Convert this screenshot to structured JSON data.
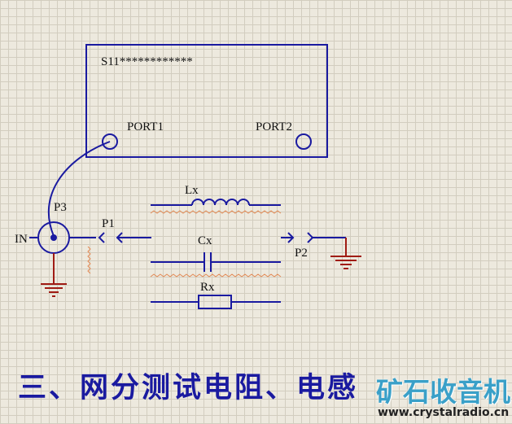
{
  "analyzer": {
    "title": "S11************",
    "port1": "PORT1",
    "port2": "PORT2"
  },
  "labels": {
    "in": "IN",
    "p3": "P3",
    "p1": "P1",
    "p2": "P2",
    "lx": "Lx",
    "cx": "Cx",
    "rx": "Rx"
  },
  "caption": "三、网分测试电阻、电感",
  "watermark": {
    "name": "矿石收音机",
    "url": "www.crystalradio.cn"
  },
  "colors": {
    "wire": "#1a1aa0",
    "ground": "#a01c14",
    "zigzag": "#e28a55",
    "background": "#ede9de"
  }
}
